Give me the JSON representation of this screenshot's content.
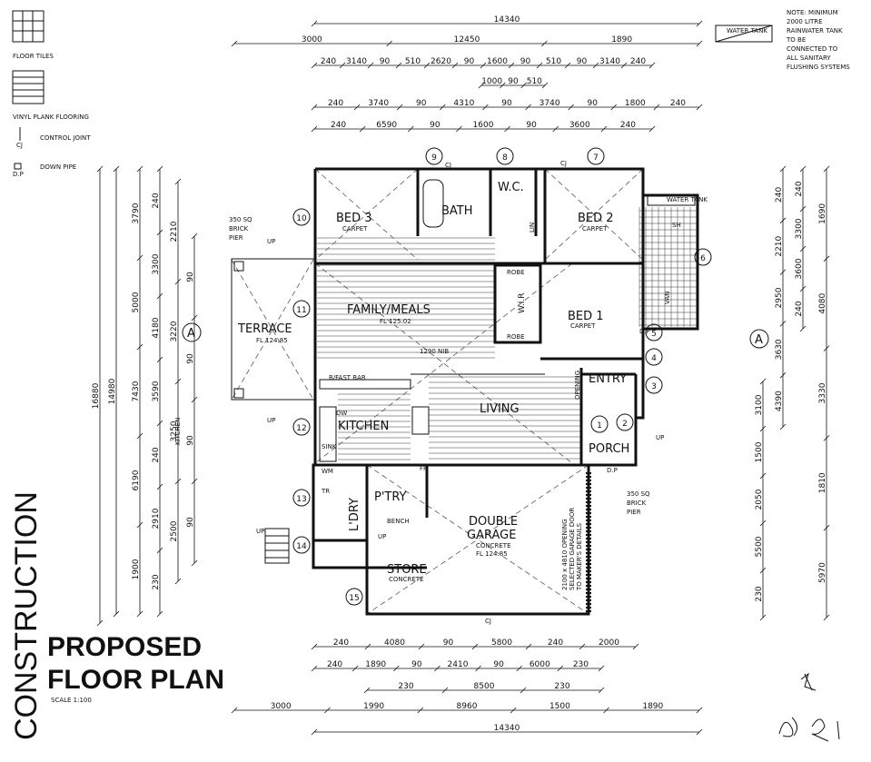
{
  "title": {
    "line1": "PROPOSED",
    "line2": "FLOOR PLAN",
    "scale": "SCALE 1:100",
    "status": "CONSTRUCTION"
  },
  "legend": {
    "floor_tiles": "FLOOR TILES",
    "vinyl": "VINYL PLANK FLOORING",
    "cj_symbol": "CJ",
    "control_joint": "CONTROL JOINT",
    "dp_symbol": "D.P",
    "down_pipe": "DOWN PIPE",
    "water_tank": "WATER TANK"
  },
  "note": [
    "NOTE: MINIMUM",
    "2000 LITRE",
    "RAINWATER TANK",
    "TO BE",
    "CONNECTED TO",
    "ALL SANITARY",
    "FLUSHING SYSTEMS"
  ],
  "rooms": {
    "bed3": "BED 3",
    "bed3_floor": "CARPET",
    "bath": "BATH",
    "wc": "W.C.",
    "bed2": "BED 2",
    "bed2_floor": "CARPET",
    "family": "FAMILY/MEALS",
    "family_fl": "FL 125.02",
    "wir": "W.I.R",
    "robe": "ROBE",
    "bed1": "BED 1",
    "bed1_floor": "CARPET",
    "terrace": "TERRACE",
    "terrace_fl": "FL 124.85",
    "kitchen": "KITCHEN",
    "kitchen_label": "KITCHEN",
    "living": "LIVING",
    "entry": "ENTRY",
    "porch": "PORCH",
    "ldry": "L'DRY",
    "ptry": "P'TRY",
    "bench": "BENCH",
    "garage1": "DOUBLE",
    "garage2": "GARAGE",
    "garage_floor": "CONCRETE",
    "garage_fl": "FL 124.85",
    "store": "STORE",
    "store_floor": "CONCRETE",
    "bfast": "B/FAST BAR",
    "nib": "1290 NIB",
    "water_tank": "WATER TANK",
    "sh": "SH",
    "van": "VAN",
    "dw": "DW",
    "sink": "SINK",
    "lin": "LIN",
    "up": "UP",
    "dp": "D.P",
    "cj": "CJ",
    "fr": "FR",
    "wm": "WM",
    "tr": "TR",
    "opening": "OPENING",
    "garage_door": [
      "2100 x 4810 OPENING",
      "SELECTED GARAGE DOOR",
      "TO MAKER'S DETAILS"
    ],
    "brick_pier_l": [
      "350 SQ",
      "BRICK",
      "PIER"
    ],
    "brick_pier_r": [
      "350 SQ",
      "BRICK",
      "PIER"
    ],
    "section": "A"
  },
  "markers": [
    "1",
    "2",
    "3",
    "4",
    "5",
    "6",
    "7",
    "8",
    "9",
    "10",
    "11",
    "12",
    "13",
    "14",
    "15"
  ],
  "dims": {
    "top": [
      [
        "14340"
      ],
      [
        "3000",
        "12450",
        "1890"
      ],
      [
        "240",
        "3140",
        "90",
        "510",
        "2620",
        "90",
        "1600",
        "90",
        "510",
        "90",
        "3140",
        "240"
      ],
      [
        "1000",
        "90",
        "510"
      ],
      [
        "240",
        "3740",
        "90",
        "4310",
        "90",
        "3740",
        "90",
        "1800",
        "240"
      ],
      [
        "240",
        "6590",
        "90",
        "1600",
        "90",
        "3600",
        "240"
      ]
    ],
    "bottom": [
      [
        "240",
        "4080",
        "90",
        "5800",
        "240",
        "2000"
      ],
      [
        "240",
        "1890",
        "90",
        "2410",
        "90",
        "6000",
        "230"
      ],
      [
        "230",
        "8500",
        "230"
      ],
      [
        "3000",
        "1990",
        "8960",
        "1500",
        "1890"
      ],
      [
        "14340"
      ]
    ],
    "left": [
      [
        "16880"
      ],
      [
        "14980"
      ],
      [
        "3790",
        "5000",
        "7430",
        "6190",
        "1900"
      ],
      [
        "240",
        "3300",
        "4180",
        "3590",
        "240",
        "2910",
        "230"
      ],
      [
        "2210",
        "3220",
        "3250",
        "2500"
      ],
      [
        "90",
        "90",
        "90",
        "90"
      ]
    ],
    "right": [
      [
        "1690",
        "4080",
        "3330",
        "1810",
        "5970"
      ],
      [
        "240",
        "3300",
        "3600",
        "240"
      ],
      [
        "240",
        "2210",
        "2950",
        "3630",
        "4390"
      ],
      [
        "3100",
        "1500",
        "2050",
        "5500",
        "230"
      ]
    ]
  }
}
